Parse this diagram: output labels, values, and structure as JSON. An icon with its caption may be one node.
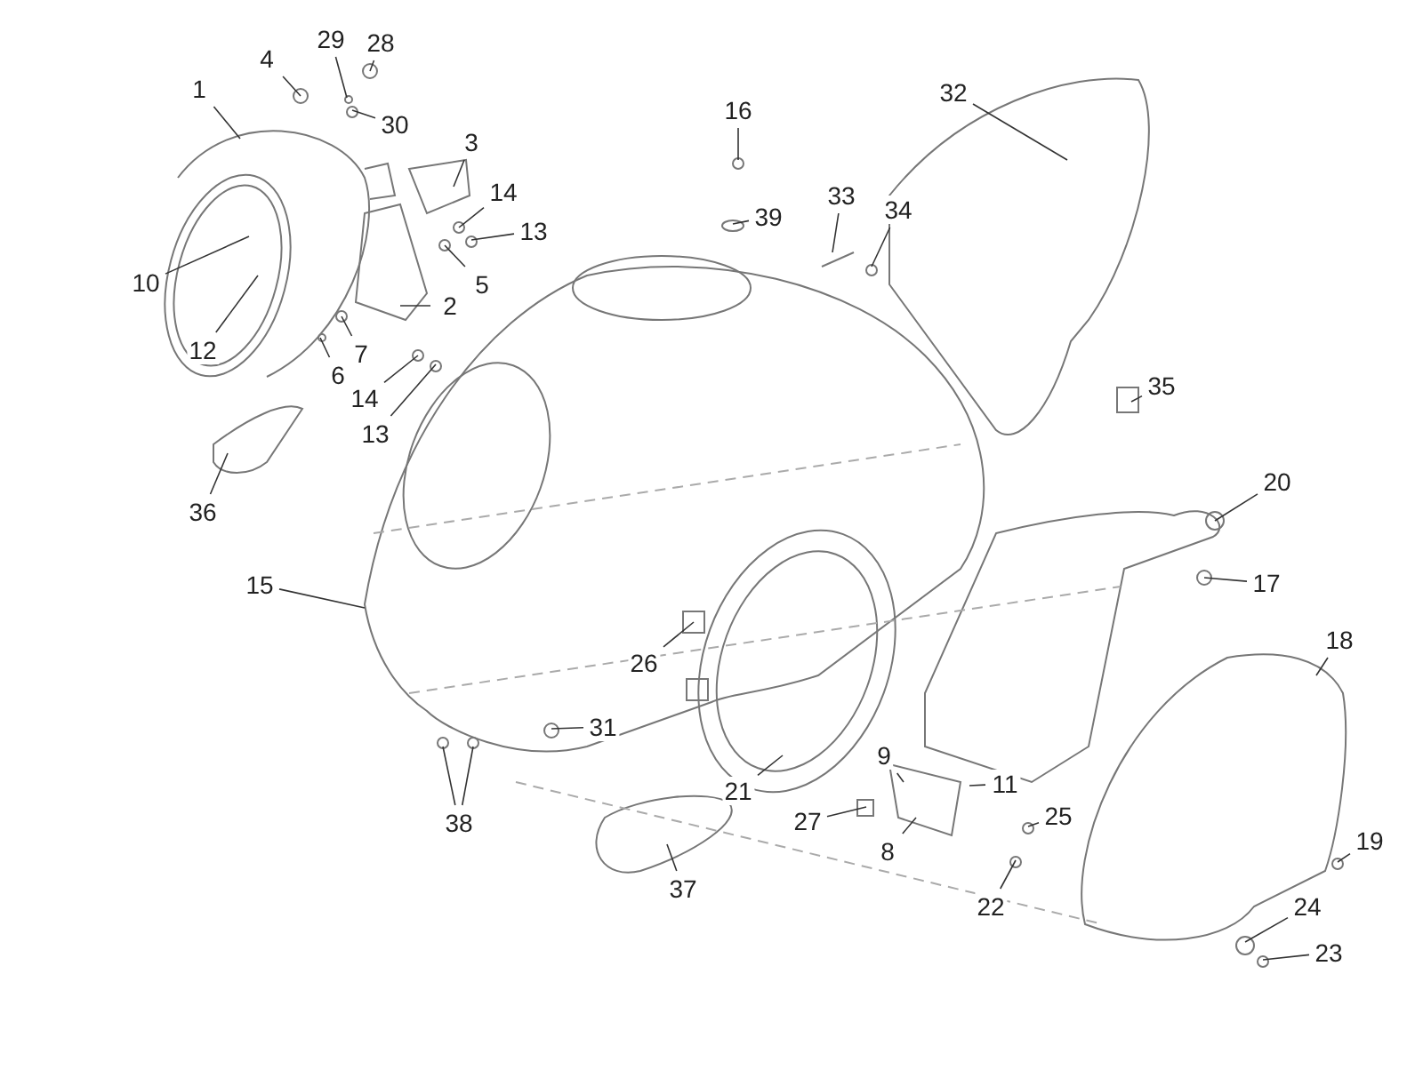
{
  "diagram": {
    "nodes": [
      {
        "text": [
          "28"
        ]
      },
      {
        "text": [
          "29"
        ]
      },
      {
        "text": [
          "4"
        ]
      },
      {
        "text": [
          "1"
        ]
      },
      {
        "text": [
          "32"
        ]
      },
      {
        "text": [
          "16"
        ]
      },
      {
        "text": [
          "30"
        ]
      },
      {
        "text": [
          "3"
        ]
      },
      {
        "text": [
          "14"
        ]
      },
      {
        "text": [
          "33"
        ]
      },
      {
        "text": [
          "34"
        ]
      },
      {
        "text": [
          "39"
        ]
      },
      {
        "text": [
          "13"
        ]
      },
      {
        "text": [
          "10"
        ]
      },
      {
        "text": [
          "5"
        ]
      },
      {
        "text": [
          "2"
        ]
      },
      {
        "text": [
          "12"
        ]
      },
      {
        "text": [
          "7"
        ]
      },
      {
        "text": [
          "6"
        ]
      },
      {
        "text": [
          "35"
        ]
      },
      {
        "text": [
          "14"
        ]
      },
      {
        "text": [
          "13"
        ]
      },
      {
        "text": [
          "20"
        ]
      },
      {
        "text": [
          "36"
        ]
      },
      {
        "text": [
          "17"
        ]
      },
      {
        "text": [
          "15"
        ]
      },
      {
        "text": [
          "18"
        ]
      },
      {
        "text": [
          "26"
        ]
      },
      {
        "text": [
          "31"
        ]
      },
      {
        "text": [
          "9"
        ]
      },
      {
        "text": [
          "11"
        ]
      },
      {
        "text": [
          "21"
        ]
      },
      {
        "text": [
          "25"
        ]
      },
      {
        "text": [
          "27"
        ]
      },
      {
        "text": [
          "38"
        ]
      },
      {
        "text": [
          "19"
        ]
      },
      {
        "text": [
          "8"
        ]
      },
      {
        "text": [
          "37"
        ]
      },
      {
        "text": [
          "22"
        ]
      },
      {
        "text": [
          "24"
        ]
      },
      {
        "text": [
          "23"
        ]
      }
    ],
    "edges": [
      {
        "from": 0,
        "to": null,
        "arrow": "none"
      },
      {
        "from": 1,
        "to": null,
        "arrow": "none"
      },
      {
        "from": 2,
        "to": null,
        "arrow": "none"
      },
      {
        "from": 3,
        "to": null,
        "arrow": "none"
      },
      {
        "from": 4,
        "to": null,
        "arrow": "none"
      },
      {
        "from": 5,
        "to": null,
        "arrow": "none"
      },
      {
        "from": 6,
        "to": null,
        "arrow": "none"
      },
      {
        "from": 7,
        "to": null,
        "arrow": "none"
      },
      {
        "from": 8,
        "to": null,
        "arrow": "none"
      },
      {
        "from": 9,
        "to": null,
        "arrow": "none"
      },
      {
        "from": 10,
        "to": null,
        "arrow": "none"
      },
      {
        "from": 11,
        "to": null,
        "arrow": "none"
      },
      {
        "from": 12,
        "to": null,
        "arrow": "none"
      },
      {
        "from": 13,
        "to": null,
        "arrow": "none"
      },
      {
        "from": 14,
        "to": null,
        "arrow": "none"
      },
      {
        "from": 15,
        "to": null,
        "arrow": "none"
      },
      {
        "from": 16,
        "to": null,
        "arrow": "none"
      },
      {
        "from": 17,
        "to": null,
        "arrow": "none"
      },
      {
        "from": 18,
        "to": null,
        "arrow": "none"
      },
      {
        "from": 19,
        "to": null,
        "arrow": "none"
      },
      {
        "from": 20,
        "to": null,
        "arrow": "none"
      },
      {
        "from": 21,
        "to": null,
        "arrow": "none"
      },
      {
        "from": 22,
        "to": null,
        "arrow": "none"
      },
      {
        "from": 23,
        "to": null,
        "arrow": "none"
      },
      {
        "from": 24,
        "to": null,
        "arrow": "none"
      },
      {
        "from": 25,
        "to": null,
        "arrow": "none"
      },
      {
        "from": 26,
        "to": null,
        "arrow": "none"
      },
      {
        "from": 27,
        "to": null,
        "arrow": "none"
      },
      {
        "from": 28,
        "to": null,
        "arrow": "none"
      },
      {
        "from": 29,
        "to": null,
        "arrow": "none"
      },
      {
        "from": 30,
        "to": null,
        "arrow": "none"
      },
      {
        "from": 31,
        "to": null,
        "arrow": "none"
      },
      {
        "from": 32,
        "to": null,
        "arrow": "none"
      },
      {
        "from": 33,
        "to": null,
        "arrow": "none"
      },
      {
        "from": 34,
        "to": null,
        "arrow": "none"
      },
      {
        "from": 34,
        "to": null,
        "arrow": "none"
      },
      {
        "from": 35,
        "to": null,
        "arrow": "none"
      },
      {
        "from": 36,
        "to": null,
        "arrow": "none"
      },
      {
        "from": 37,
        "to": null,
        "arrow": "none"
      },
      {
        "from": 38,
        "to": null,
        "arrow": "none"
      },
      {
        "from": 39,
        "to": null,
        "arrow": "none"
      },
      {
        "from": 40,
        "to": null,
        "arrow": "none"
      }
    ]
  }
}
